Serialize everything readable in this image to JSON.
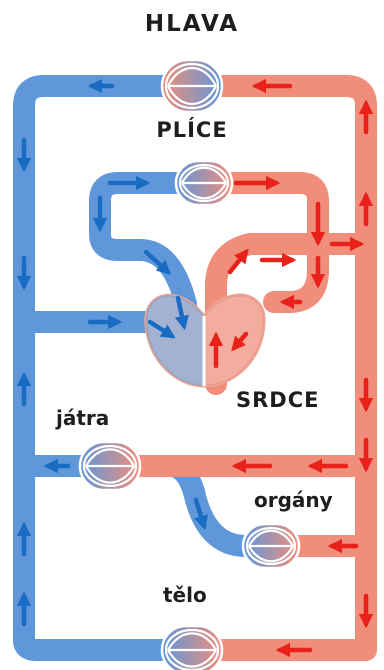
{
  "labels": {
    "head": "HLAVA",
    "lungs": "PLÍCE",
    "heart": "SRDCE",
    "liver": "játra",
    "organs": "orgány",
    "body": "tělo"
  },
  "colors": {
    "deoxygenated_vessel": "#5f97da",
    "deoxygenated_arrow": "#1a6cc2",
    "oxygenated_vessel": "#f08e7b",
    "oxygenated_arrow": "#e8211b",
    "heart_fill": "#f6d3c8",
    "text": "#1e1e1e"
  }
}
